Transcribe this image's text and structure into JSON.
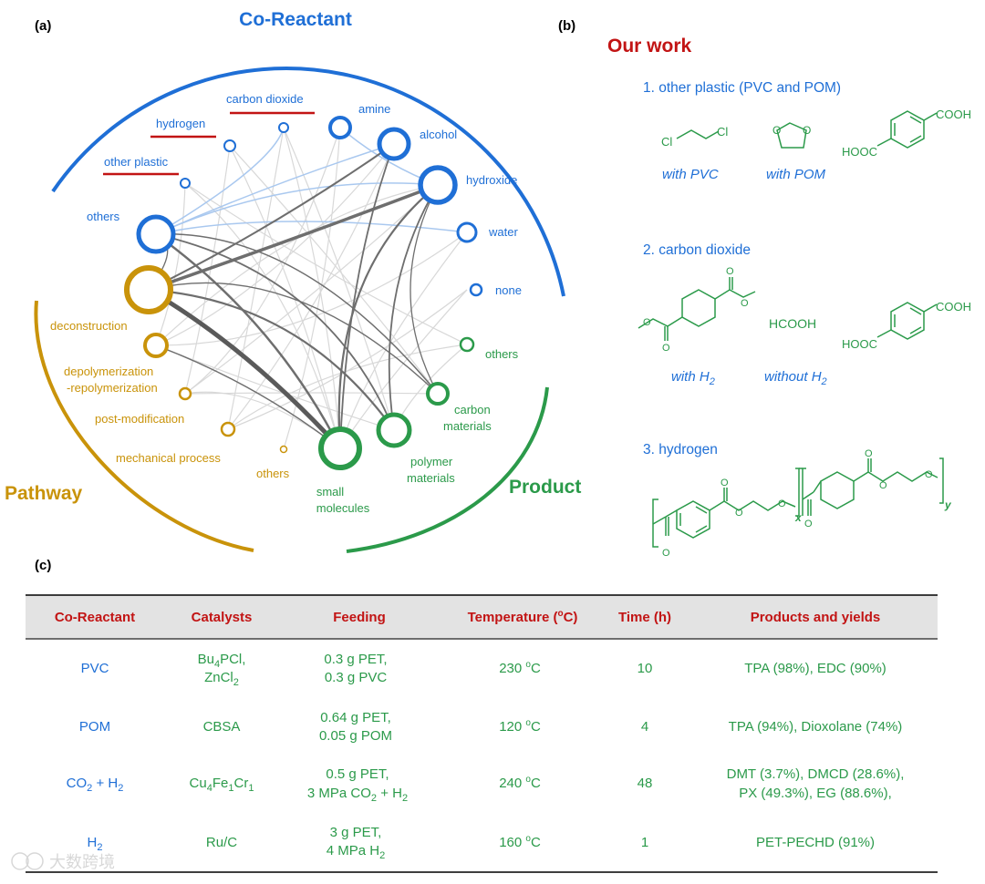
{
  "panel_a": {
    "label": "(a)",
    "group_titles": {
      "co_reactant": "Co-Reactant",
      "pathway": "Pathway",
      "product": "Product"
    },
    "co_reactant_nodes": [
      "carbon dioxide",
      "hydrogen",
      "other plastic",
      "others",
      "amine",
      "alcohol",
      "hydroxide",
      "water",
      "none"
    ],
    "pathway_nodes": [
      "deconstruction",
      "depolymerization",
      "-repolymerization",
      "post-modification",
      "mechanical process",
      "others"
    ],
    "product_nodes": [
      "others",
      "carbon",
      "materials",
      "polymer",
      "materials",
      "small",
      "molecules"
    ],
    "colors": {
      "co_reactant": "#1f6fd6",
      "pathway": "#c9930a",
      "product": "#2b9a4a",
      "highlight": "#c21414"
    }
  },
  "panel_b": {
    "label": "(b)",
    "title": "Our work",
    "item1": "1. other plastic (PVC and POM)",
    "item2": "2. carbon dioxide",
    "item3": "3. hydrogen",
    "with_pvc": "with PVC",
    "with_pom": "with POM",
    "with_h2": "with H",
    "without_h2": "without H",
    "sub2": "2",
    "cl": "Cl",
    "cooh": "COOH",
    "hooc": "HOOC",
    "hcooh": "HCOOH",
    "o": "O",
    "x": "x",
    "y": "y"
  },
  "panel_c": {
    "label": "(c)",
    "headers": [
      "Co-Reactant",
      "Catalysts",
      "Feeding",
      "Temperature (",
      "o",
      "C)",
      "Time (h)",
      "Products and yields"
    ],
    "rows": [
      {
        "co_reactant": "PVC",
        "cat1": "Bu",
        "cat1_sub": "4",
        "cat1_end": "PCl,",
        "cat2": "ZnCl",
        "cat2_sub": "2",
        "feed1": "0.3 g  PET,",
        "feed2": "0.3 g  PVC",
        "temp": "230 ",
        "time": "10",
        "prod1": "TPA (98%), EDC (90%)",
        "prod2": ""
      },
      {
        "co_reactant": "POM",
        "cat1": "CBSA",
        "cat1_sub": "",
        "cat1_end": "",
        "cat2": "",
        "cat2_sub": "",
        "feed1": "0.64 g PET,",
        "feed2": "0.05 g POM",
        "temp": "120 ",
        "time": "4",
        "prod1": "TPA (94%), Dioxolane (74%)",
        "prod2": ""
      },
      {
        "co_reactant": "CO",
        "co_sub": "2",
        "co_end": " + H",
        "co_sub2": "2",
        "cat1": "Cu",
        "cat1_sub": "4",
        "cat1_end": "Fe",
        "cat1_sub2": "1",
        "cat1_end2": "Cr",
        "cat1_sub3": "1",
        "feed1": "0.5 g PET,",
        "feed2": "3 MPa CO",
        "feed2_sub": "2",
        "feed2_end": " + H",
        "feed2_sub2": "2",
        "temp": "240 ",
        "time": "48",
        "prod1": "DMT (3.7%), DMCD (28.6%),",
        "prod2": "PX (49.3%), EG (88.6%),"
      },
      {
        "co_reactant": "H",
        "co_sub": "2",
        "cat1": "Ru/C",
        "feed1": "3 g PET,",
        "feed2": "4 MPa H",
        "feed2_sub": "2",
        "temp": "160 ",
        "time": "1",
        "prod1": "PET-PECHD (91%)",
        "prod2": ""
      }
    ],
    "degree_o": "o",
    "unit_c": "C"
  },
  "watermark": "大数跨境"
}
